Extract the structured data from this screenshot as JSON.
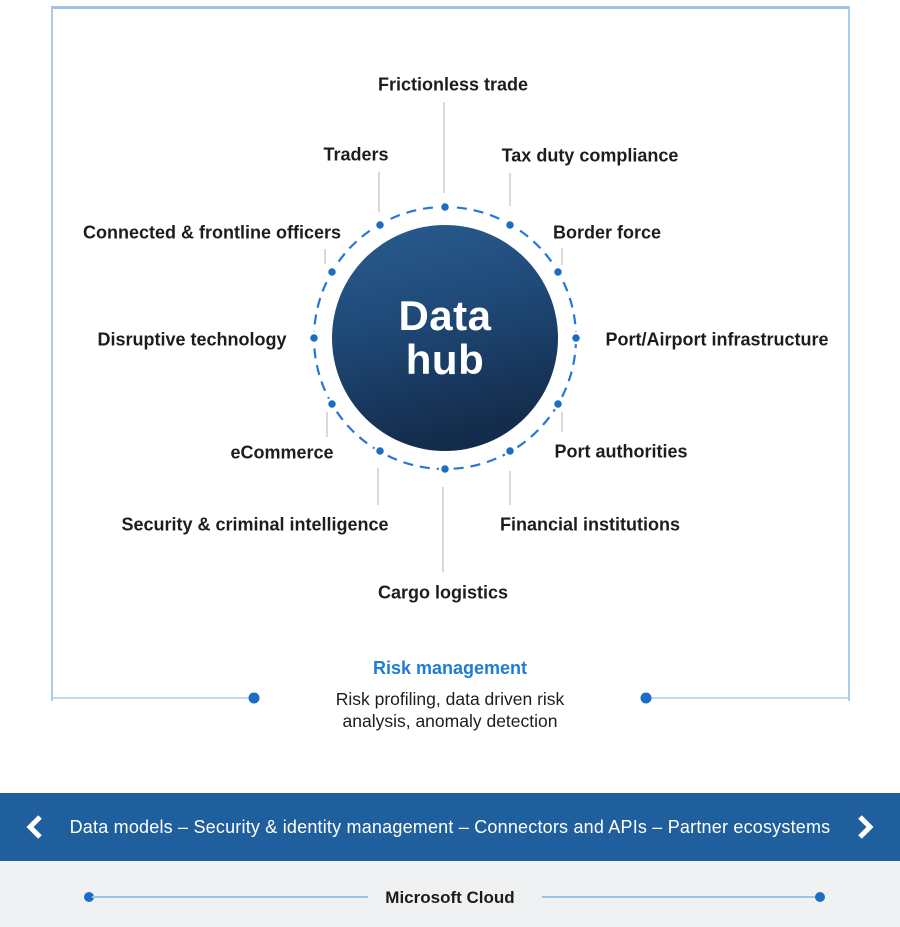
{
  "colors": {
    "accent_blue": "#2577D6",
    "dot_blue": "#1C6EC4",
    "hub_gradient_top": "#2A5C90",
    "hub_gradient_bottom": "#142C4C",
    "frame_border": "#ABCDEC",
    "banner_blue": "#205F9E",
    "footer_background": "#F0F1F2",
    "risk_title_blue": "#1F7CD4",
    "label_text": "#1D1D1D"
  },
  "hub": {
    "title_line1": "Data",
    "title_line2": "hub",
    "spokes": [
      {
        "label": "Frictionless trade"
      },
      {
        "label": "Tax duty compliance"
      },
      {
        "label": "Border force"
      },
      {
        "label": "Port/Airport infrastructure"
      },
      {
        "label": "Port authorities"
      },
      {
        "label": "Financial institutions"
      },
      {
        "label": "Cargo logistics"
      },
      {
        "label": "Security & criminal intelligence"
      },
      {
        "label": "eCommerce"
      },
      {
        "label": "Disruptive technology"
      },
      {
        "label": "Connected & frontline officers"
      },
      {
        "label": "Traders"
      }
    ]
  },
  "risk": {
    "title": "Risk management",
    "line1": "Risk profiling, data driven risk",
    "line2": "analysis, anomaly detection"
  },
  "banner": {
    "text": "Data models – Security & identity management – Connectors and APIs – Partner ecosystems",
    "left_icon": "chevron-left-icon",
    "right_icon": "chevron-right-icon"
  },
  "footer": {
    "label": "Microsoft Cloud"
  }
}
